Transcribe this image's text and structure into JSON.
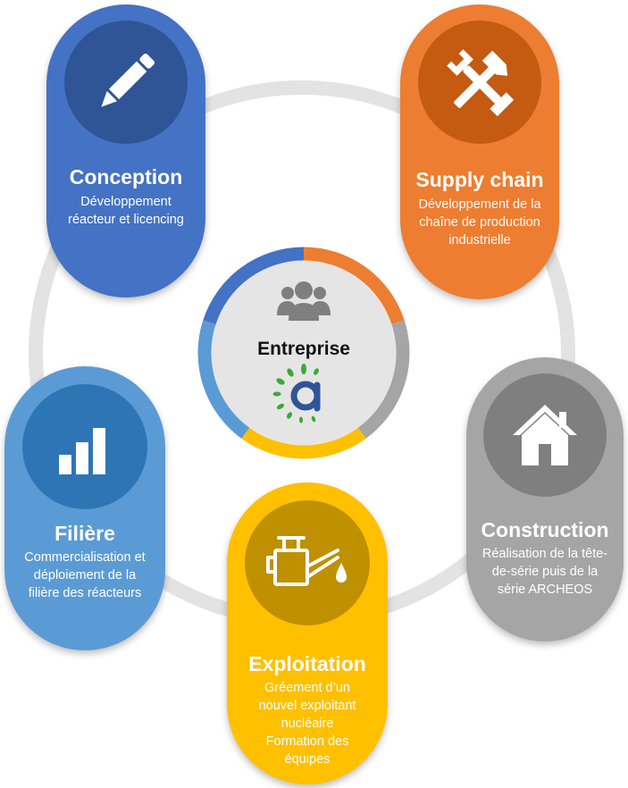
{
  "center": {
    "title": "Entreprise",
    "icon": "people-icon",
    "logo": "archeos-a-logo",
    "segment_colors": [
      "#ed7d31",
      "#a5a5a5",
      "#ffc000",
      "#5b9bd5",
      "#4472c4"
    ]
  },
  "conception": {
    "title": "Conception",
    "lines": [
      "Développement",
      "réacteur et licencing"
    ],
    "icon": "pencil-icon",
    "color": "#4472c4"
  },
  "supply_chain": {
    "title": "Supply chain",
    "lines": [
      "Développement de la",
      "chaîne de production",
      "industrielle"
    ],
    "icon": "tools-icon",
    "color": "#ed7d31"
  },
  "filiere": {
    "title": "Filière",
    "lines": [
      "Commercialisation et",
      "déploiement de la",
      "filière des réacteurs"
    ],
    "icon": "bar-chart-icon",
    "color": "#5b9bd5"
  },
  "construction": {
    "title": "Construction",
    "lines": [
      "Réalisation de la tête-",
      "de-série puis de la",
      "série ARCHEOS"
    ],
    "icon": "house-icon",
    "color": "#a5a5a5"
  },
  "exploitation": {
    "title": "Exploitation",
    "lines": [
      "Gréement d’un",
      "nouvel exploitant",
      "nucléaire",
      "Formation des",
      "équipes"
    ],
    "icon": "oil-can-icon",
    "color": "#ffc000"
  }
}
